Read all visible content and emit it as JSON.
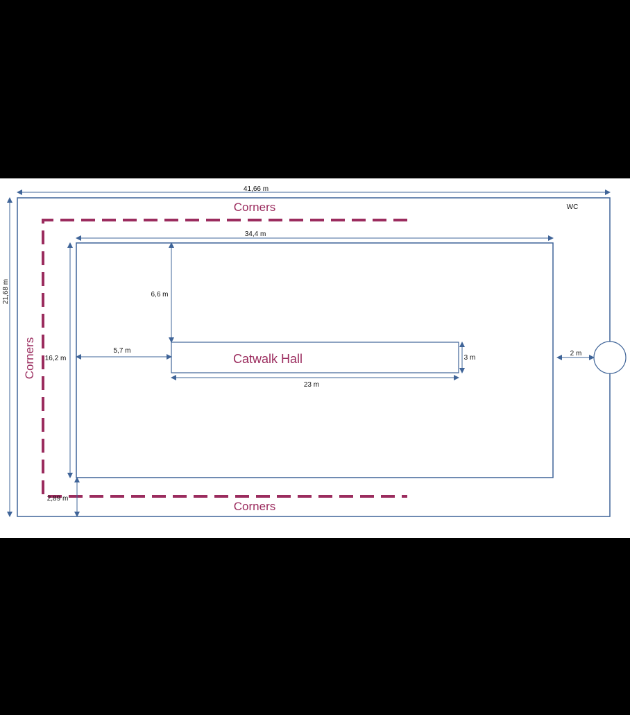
{
  "colors": {
    "background": "#000000",
    "paper": "#ffffff",
    "line": "#3f6498",
    "accent": "#9b2c5e",
    "text": "#111111"
  },
  "labels": {
    "corners_top": "Corners",
    "corners_left": "Corners",
    "corners_bottom": "Corners",
    "wc": "WC",
    "catwalk": "Catwalk Hall"
  },
  "dimensions": {
    "outer_width": "41,66 m",
    "outer_height": "21,68 m",
    "inner_width": "34,4 m",
    "inner_height": "16,2 m",
    "catwalk_offset_top": "6,6 m",
    "catwalk_offset_left": "5,7 m",
    "catwalk_length": "23 m",
    "catwalk_width": "3 m",
    "wc_gap": "2 m",
    "bottom_margin": "2,89 m"
  }
}
